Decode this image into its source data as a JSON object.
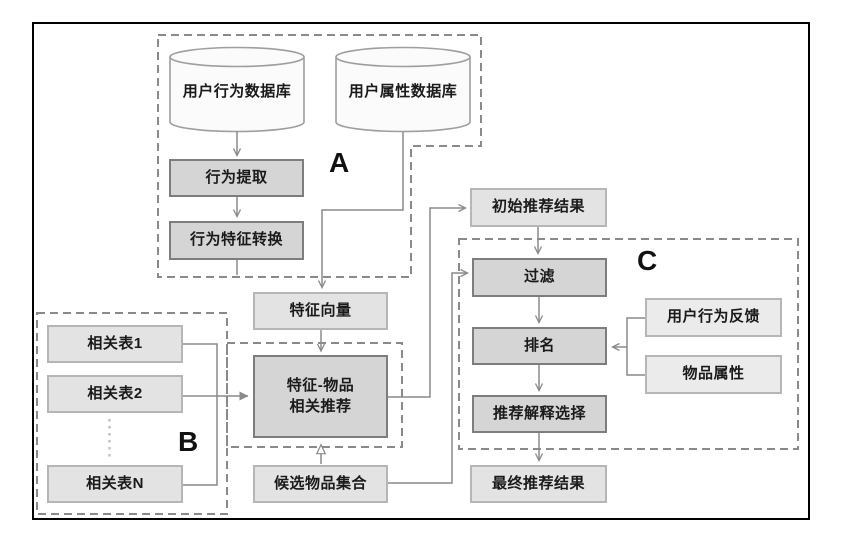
{
  "diagram": {
    "section_labels": {
      "a": "A",
      "b": "B",
      "c": "C"
    },
    "databases": {
      "user_behavior_db": "用户行为数据库",
      "user_attribute_db": "用户属性数据库"
    },
    "nodes": {
      "behavior_extraction": "行为提取",
      "behavior_feature_transform": "行为特征转换",
      "feature_vector": "特征向量",
      "feature_item_recommend_line1": "特征-物品",
      "feature_item_recommend_line2": "相关推荐",
      "candidate_item_set": "候选物品集合",
      "related_table_1": "相关表1",
      "related_table_2": "相关表2",
      "related_table_n": "相关表N",
      "initial_recommend_result": "初始推荐结果",
      "filter": "过滤",
      "ranking": "排名",
      "recommend_explain_select": "推荐解释选择",
      "final_recommend_result": "最终推荐结果",
      "user_behavior_feedback": "用户行为反馈",
      "item_attribute": "物品属性"
    },
    "colors": {
      "process_box_fill": "#d5d5d5",
      "process_box_border": "#7d7d7d",
      "data_box_fill": "#e3e3e3",
      "data_box_border": "#b6b6b6",
      "connector_line": "#8a8a8a",
      "dashed_region": "#8a8a8a",
      "cylinder_fill": "#fbfbfb",
      "cylinder_border": "#9e9e9e",
      "outer_frame": "#000000"
    }
  }
}
